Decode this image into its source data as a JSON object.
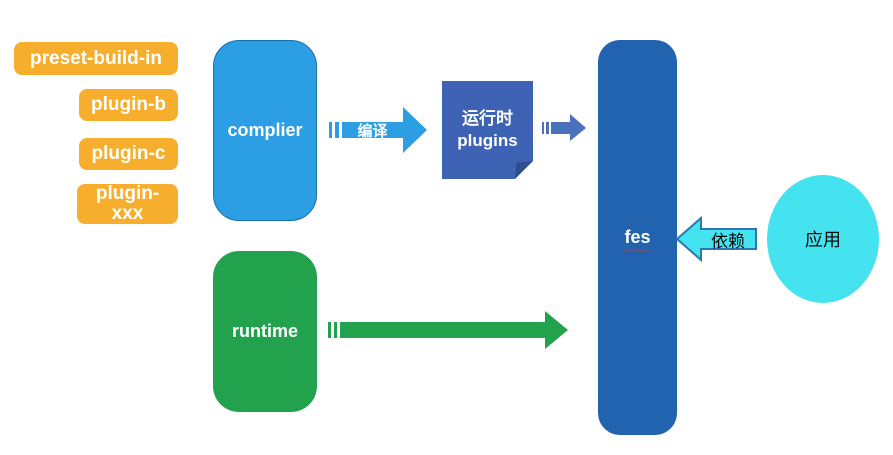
{
  "diagram": {
    "plugins": [
      {
        "label": "preset-build-in"
      },
      {
        "label": "plugin-b"
      },
      {
        "label": "plugin-c"
      },
      {
        "label": "plugin-xxx"
      }
    ],
    "complier": {
      "label": "complier"
    },
    "runtime": {
      "label": "runtime"
    },
    "runtime_plugins": {
      "label": "运行时 plugins"
    },
    "fes": {
      "label": "fes"
    },
    "app": {
      "label": "应用"
    },
    "arrows": {
      "compile": {
        "label": "编译"
      },
      "runtime_to_fes": {
        "label": ""
      },
      "plugins_to_fes": {
        "label": ""
      },
      "depend": {
        "label": "依赖"
      }
    },
    "colors": {
      "chip_orange": "#F6AE2C",
      "complier_blue": "#2B9EE4",
      "complier_border": "#1A6FB0",
      "plugins_blue": "#3E63B4",
      "plugins_fold": "#2E4E8E",
      "small_arrow_blue": "#4A70BE",
      "fes_blue": "#2163AE",
      "runtime_green": "#23A24E",
      "app_cyan": "#45E2EF",
      "depend_border": "#2E75B6",
      "spellcheck_red": "#D03A2B",
      "label_white": "#FFFFFF",
      "label_black": "#0B0B0B"
    }
  }
}
